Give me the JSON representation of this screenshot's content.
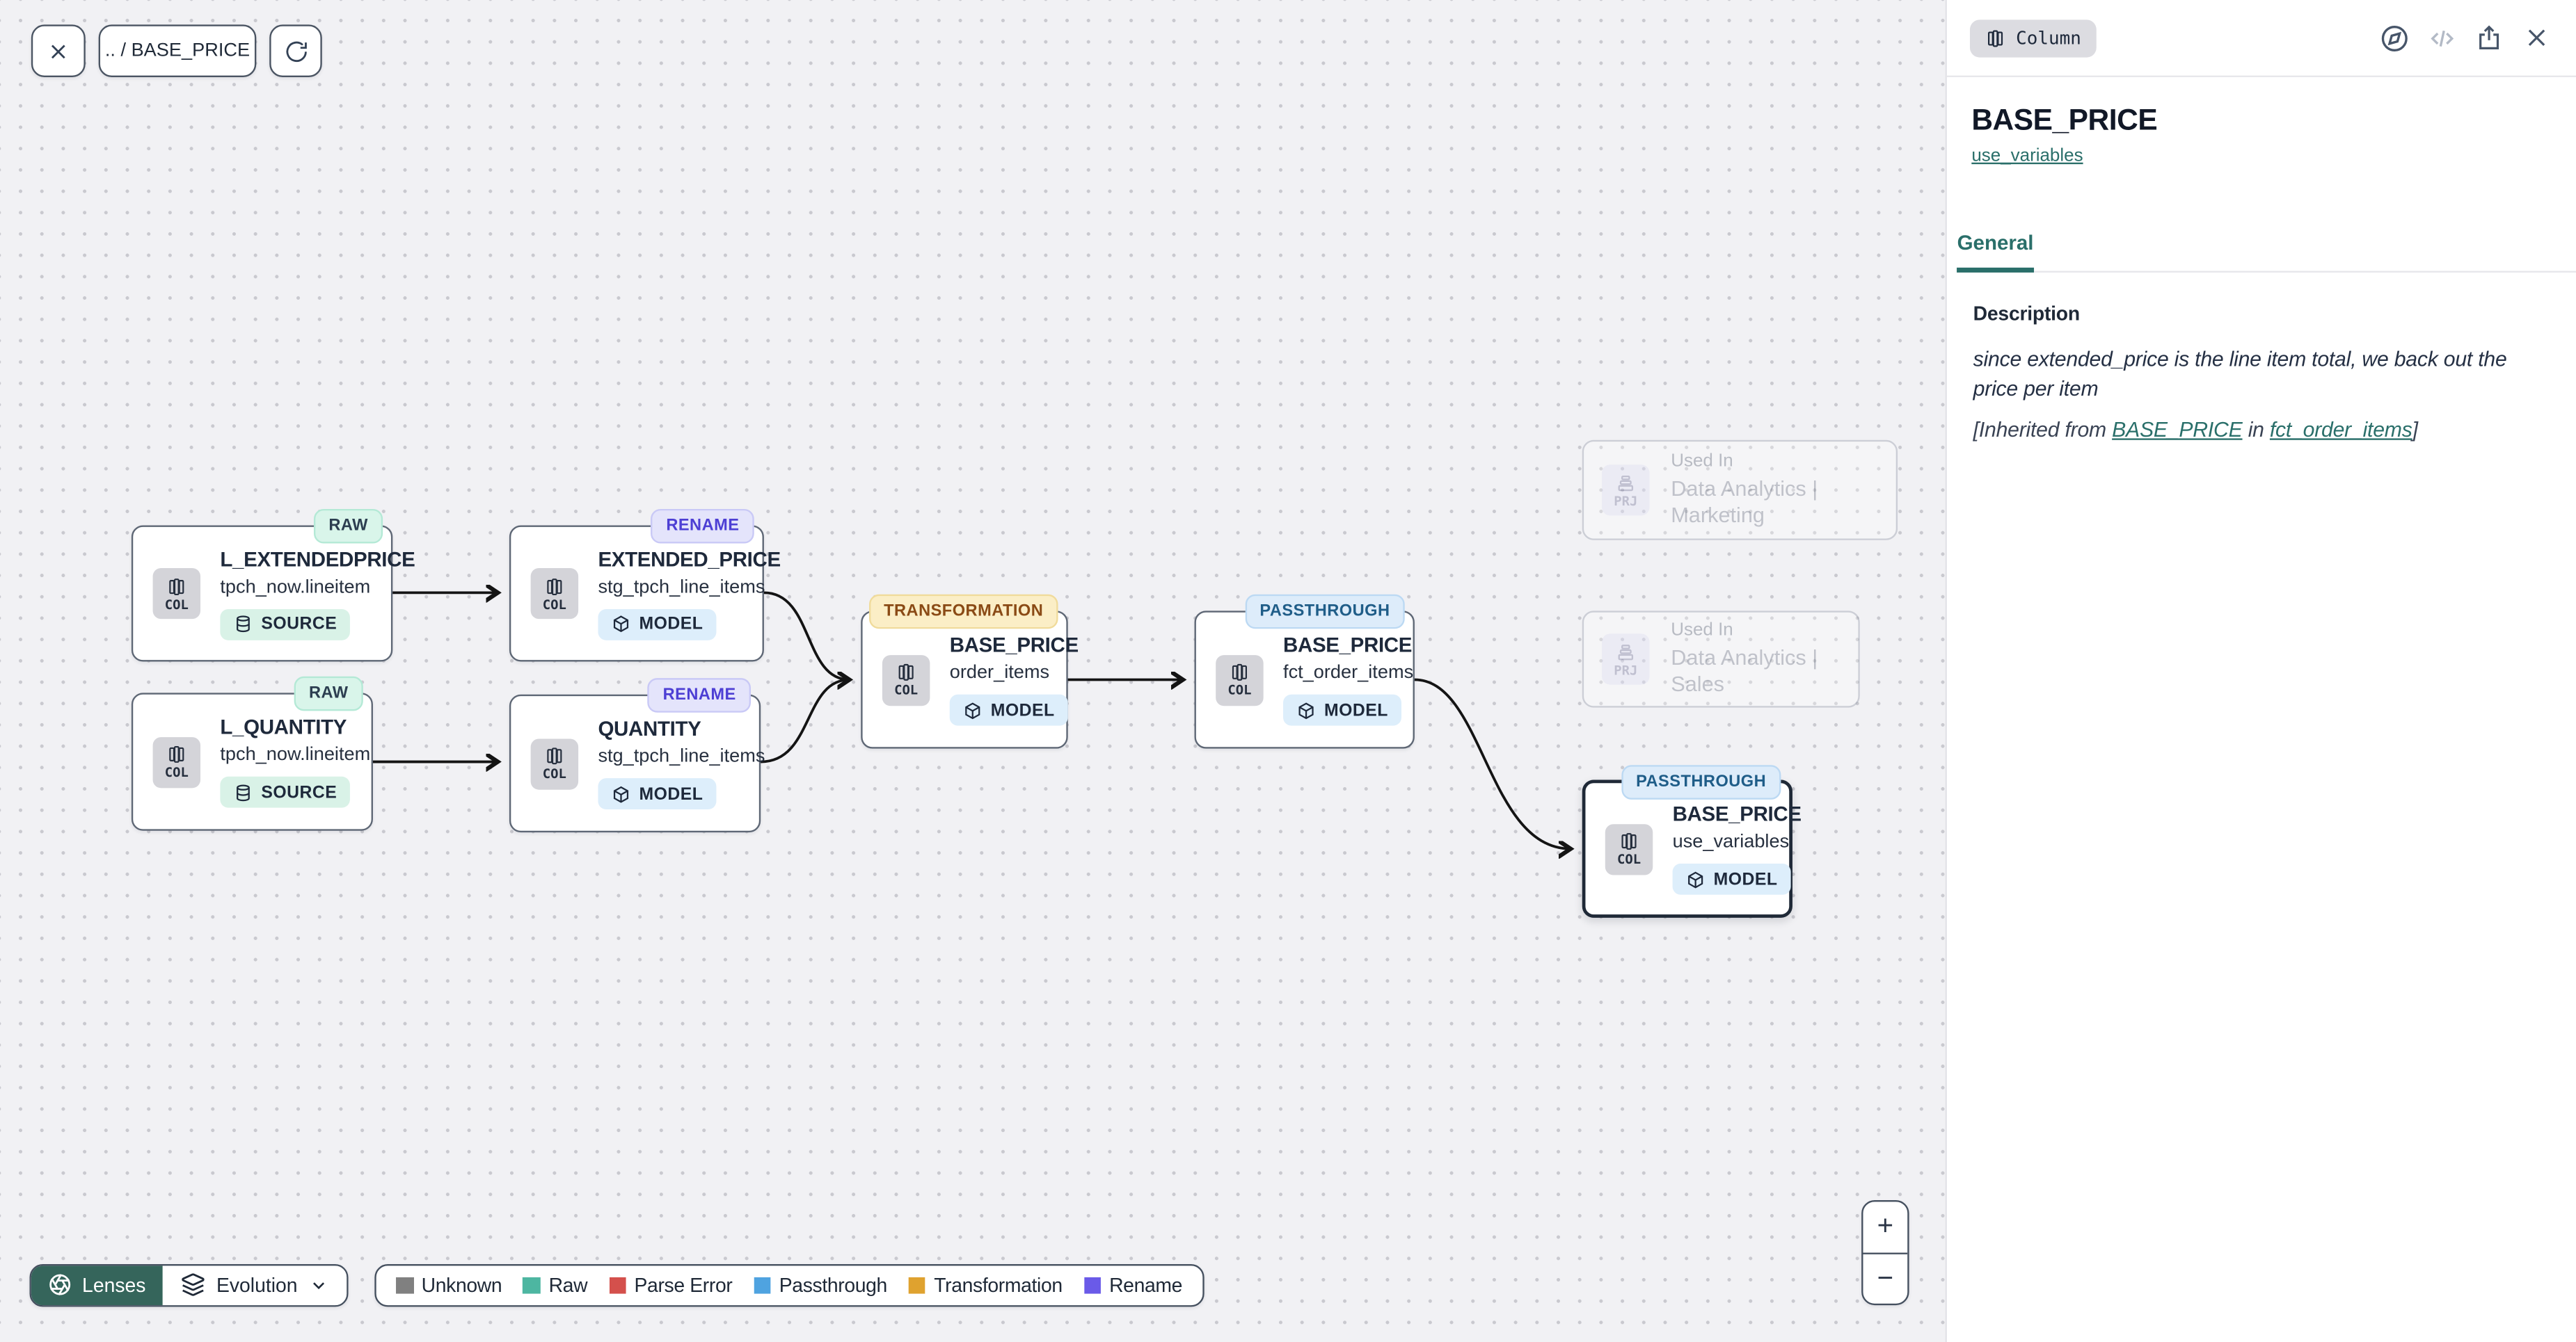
{
  "colors": {
    "accent_teal": "#2A6F6A",
    "lenses_bg": "#35655B",
    "edge": "#141414",
    "node_border": "#5E6775",
    "selected_border": "#1F2937",
    "badge_raw_bg": "#D9F5EA",
    "badge_rename_bg": "#E4E4FB",
    "badge_transformation_bg": "#FBEEC6",
    "badge_passthrough_bg": "#DDECFA",
    "kind_source_bg": "#D9F2E7",
    "kind_model_bg": "#DDEEFB"
  },
  "toolbar": {
    "breadcrumb": ".. / BASE_PRICE"
  },
  "canvas": {
    "nodes": [
      {
        "badge": "RAW",
        "title": "L_EXTENDEDPRICE",
        "subtitle": "tpch_now.lineitem",
        "kind": "SOURCE",
        "col_label": "COL"
      },
      {
        "badge": "RAW",
        "title": "L_QUANTITY",
        "subtitle": "tpch_now.lineitem",
        "kind": "SOURCE",
        "col_label": "COL"
      },
      {
        "badge": "RENAME",
        "title": "EXTENDED_PRICE",
        "subtitle": "stg_tpch_line_items",
        "kind": "MODEL",
        "col_label": "COL"
      },
      {
        "badge": "RENAME",
        "title": "QUANTITY",
        "subtitle": "stg_tpch_line_items",
        "kind": "MODEL",
        "col_label": "COL"
      },
      {
        "badge": "TRANSFORMATION",
        "title": "BASE_PRICE",
        "subtitle": "order_items",
        "kind": "MODEL",
        "col_label": "COL"
      },
      {
        "badge": "PASSTHROUGH",
        "title": "BASE_PRICE",
        "subtitle": "fct_order_items",
        "kind": "MODEL",
        "col_label": "COL"
      },
      {
        "badge": "PASSTHROUGH",
        "title": "BASE_PRICE",
        "subtitle": "use_variables",
        "kind": "MODEL",
        "col_label": "COL"
      }
    ],
    "ghosts": [
      {
        "tile_label": "PRJ",
        "label": "Used In",
        "name": "Data Analytics | Marketing"
      },
      {
        "tile_label": "PRJ",
        "label": "Used In",
        "name": "Data Analytics | Sales"
      }
    ]
  },
  "panel": {
    "type_chip": "Column",
    "title": "BASE_PRICE",
    "subtitle_link": "use_variables",
    "tabs": [
      {
        "label": "General",
        "active": true
      }
    ],
    "description_label": "Description",
    "description": "since extended_price is the line item total, we back out the price per item",
    "inherited": {
      "prefix": "[Inherited from ",
      "link1": "BASE_PRICE",
      "middle": " in ",
      "link2": "fct_order_items",
      "suffix": "]"
    }
  },
  "footer": {
    "lenses_label": "Lenses",
    "lens_selector": "Evolution",
    "legend": {
      "items": [
        {
          "label": "Unknown",
          "color": "#808080"
        },
        {
          "label": "Raw",
          "color": "#4DB6A1"
        },
        {
          "label": "Parse Error",
          "color": "#D4504C"
        },
        {
          "label": "Passthrough",
          "color": "#4FA3E0"
        },
        {
          "label": "Transformation",
          "color": "#DFA22F"
        },
        {
          "label": "Rename",
          "color": "#6A5AE8"
        }
      ]
    }
  },
  "zoom_controls": {
    "zoom_in": "+",
    "zoom_out": "−"
  }
}
